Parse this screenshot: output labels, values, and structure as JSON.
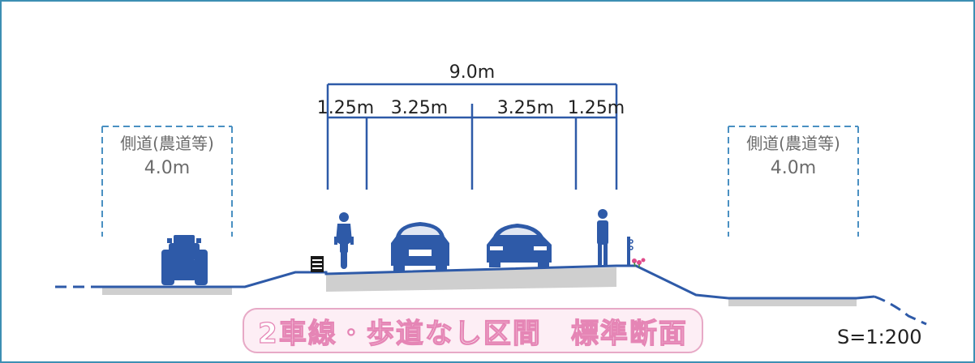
{
  "dimensions": {
    "total": "9.0m",
    "segments": [
      "1.25m",
      "3.25m",
      "3.25m",
      "1.25m"
    ]
  },
  "side_roads": {
    "left": {
      "label": "側道(農道等)",
      "width": "4.0m"
    },
    "right": {
      "label": "側道(農道等)",
      "width": "4.0m"
    }
  },
  "title": "2車線・歩道なし区間　標準断面",
  "scale": "S=1:200",
  "colors": {
    "line": "#2e5aa8",
    "guide": "#4a90c2",
    "ground": "#cfcfcf",
    "title_border": "#e7a9c6",
    "title_fill": "#fdeef5",
    "frame": "#3d8fb3"
  },
  "icons": [
    "tractor-icon",
    "cyclist-icon",
    "car-rear-icon",
    "car-front-icon",
    "pedestrian-icon",
    "drain-icon",
    "flower-icon"
  ]
}
